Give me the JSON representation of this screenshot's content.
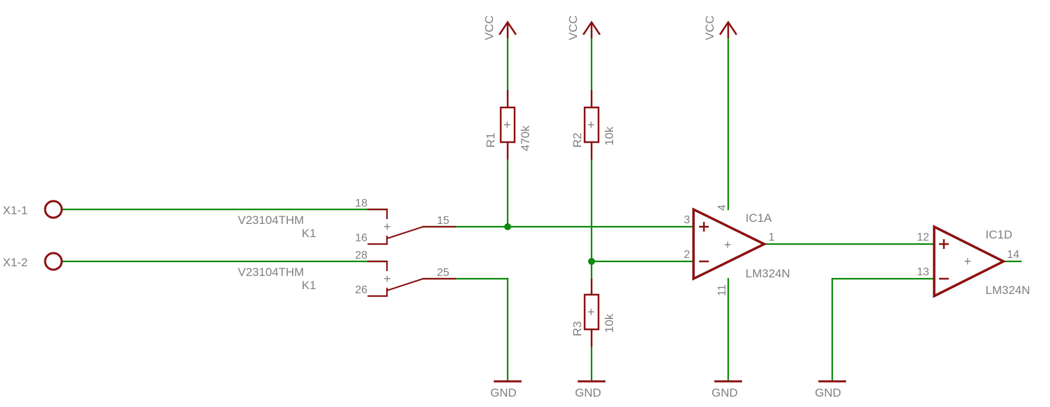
{
  "colors": {
    "wire": "#0b8a0b",
    "part": "#8b1010",
    "text": "#7f7f7f",
    "junction": "#0b8a0b"
  },
  "connectors": {
    "x1_1": "X1-1",
    "x1_2": "X1-2"
  },
  "supplies": {
    "vcc": "VCC",
    "gnd": "GND"
  },
  "relay": {
    "part": "V23104THM",
    "ref": "K1",
    "contact1": {
      "pins": {
        "a": "18",
        "b": "16",
        "common": "15"
      }
    },
    "contact2": {
      "pins": {
        "a": "28",
        "b": "26",
        "common": "25"
      }
    }
  },
  "resistors": {
    "r1": {
      "ref": "R1",
      "value": "470k"
    },
    "r2": {
      "ref": "R2",
      "value": "10k"
    },
    "r3": {
      "ref": "R3",
      "value": "10k"
    }
  },
  "opamps": {
    "ic1a": {
      "ref": "IC1A",
      "part": "LM324N",
      "pins": {
        "noninv": "3",
        "inv": "2",
        "out": "1",
        "vplus": "4",
        "vminus": "11"
      }
    },
    "ic1d": {
      "ref": "IC1D",
      "part": "LM324N",
      "pins": {
        "noninv": "12",
        "inv": "13",
        "out": "14"
      }
    }
  },
  "symbols": {
    "plus": "+",
    "minus": "−"
  }
}
